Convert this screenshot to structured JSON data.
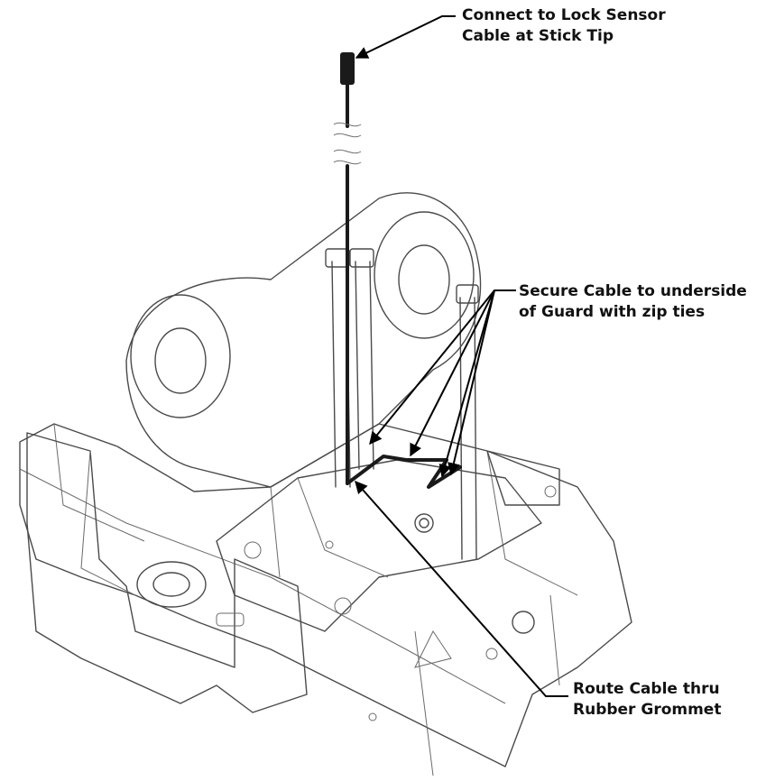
{
  "callouts": {
    "connect": {
      "line1": "Connect to Lock Sensor",
      "line2": "Cable at Stick Tip"
    },
    "secure": {
      "line1": "Secure Cable to underside",
      "line2": "of Guard with zip ties"
    },
    "route": {
      "line1": "Route Cable thru",
      "line2": "Rubber Grommet"
    }
  },
  "colors": {
    "line_art": "#4a4a4a",
    "cable": "#1a1a1a",
    "leader": "#000000",
    "background": "#ffffff"
  }
}
